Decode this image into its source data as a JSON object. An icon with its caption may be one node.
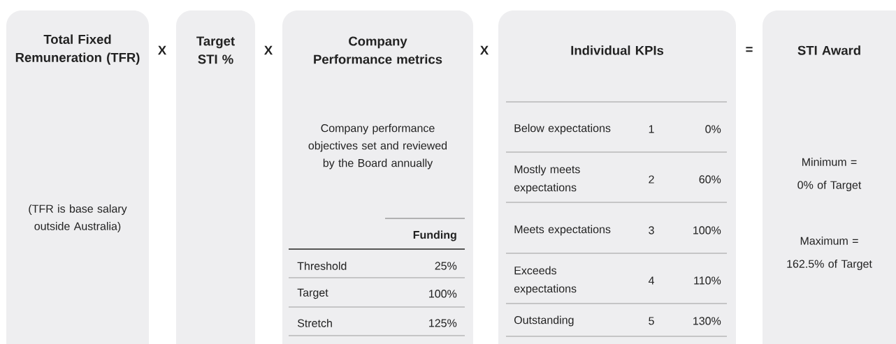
{
  "diagram": {
    "nodes": [
      {
        "text": [
          "Total Fixed Remuneration (TFR)",
          "(TFR is base salary outside Australia)"
        ]
      },
      {
        "text": [
          "Target STI %"
        ]
      },
      {
        "text": [
          "Company Performance metrics",
          "Company performance objectives set and reviewed by the Board annually"
        ]
      },
      {
        "text": [
          "Individual KPIs"
        ]
      },
      {
        "text": [
          "STI Award",
          "Minimum = 0% of Target",
          "Maximum = 162.5% of Target"
        ]
      }
    ],
    "labels": [
      "X",
      "X",
      "X",
      "=",
      "Funding",
      "Threshold",
      "25%",
      "Target",
      "100%",
      "Stretch",
      "125%",
      "Below expectations",
      "1",
      "0%",
      "Mostly meets expectations",
      "2",
      "60%",
      "Meets expectations",
      "3",
      "100%",
      "Exceeds expectations",
      "4",
      "110%",
      "Outstanding",
      "5",
      "130%"
    ]
  }
}
